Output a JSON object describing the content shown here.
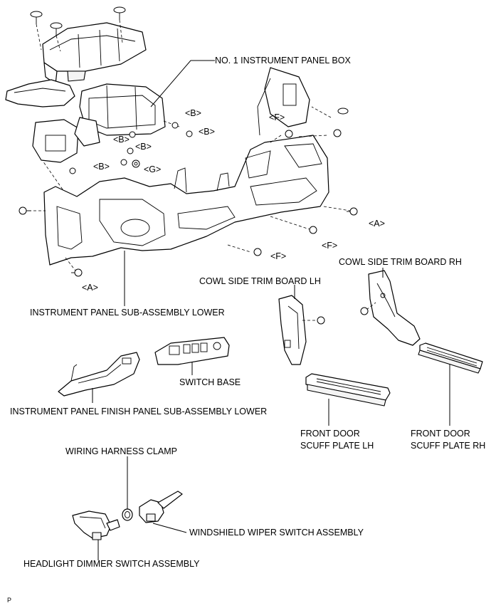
{
  "labels": {
    "no1_instrument_panel_box": "NO. 1 INSTRUMENT PANEL BOX",
    "instrument_panel_sub_assembly_lower": "INSTRUMENT PANEL SUB-ASSEMBLY LOWER",
    "cowl_side_trim_board_rh": "COWL SIDE TRIM BOARD RH",
    "cowl_side_trim_board_lh": "COWL SIDE TRIM BOARD LH",
    "switch_base": "SWITCH BASE",
    "instrument_panel_finish_panel_sub_assembly_lower": "INSTRUMENT PANEL FINISH PANEL SUB-ASSEMBLY LOWER",
    "front_door_scuff_plate_lh_line1": "FRONT DOOR",
    "front_door_scuff_plate_lh_line2": "SCUFF PLATE LH",
    "front_door_scuff_plate_rh_line1": "FRONT DOOR",
    "front_door_scuff_plate_rh_line2": "SCUFF PLATE RH",
    "wiring_harness_clamp": "WIRING HARNESS CLAMP",
    "windshield_wiper_switch_assembly": "WINDSHIELD WIPER SWITCH ASSEMBLY",
    "headlight_dimmer_switch_assembly": "HEADLIGHT DIMMER SWITCH ASSEMBLY"
  },
  "markers": {
    "b1": "<B>",
    "b2": "<B>",
    "b3": "<B>",
    "b4": "<B>",
    "b5": "<B>",
    "f1": "<F>",
    "f2": "<F>",
    "f3": "<F>",
    "g1": "<G>",
    "a1": "<A>",
    "a2": "<A>"
  },
  "corner_mark": "P"
}
